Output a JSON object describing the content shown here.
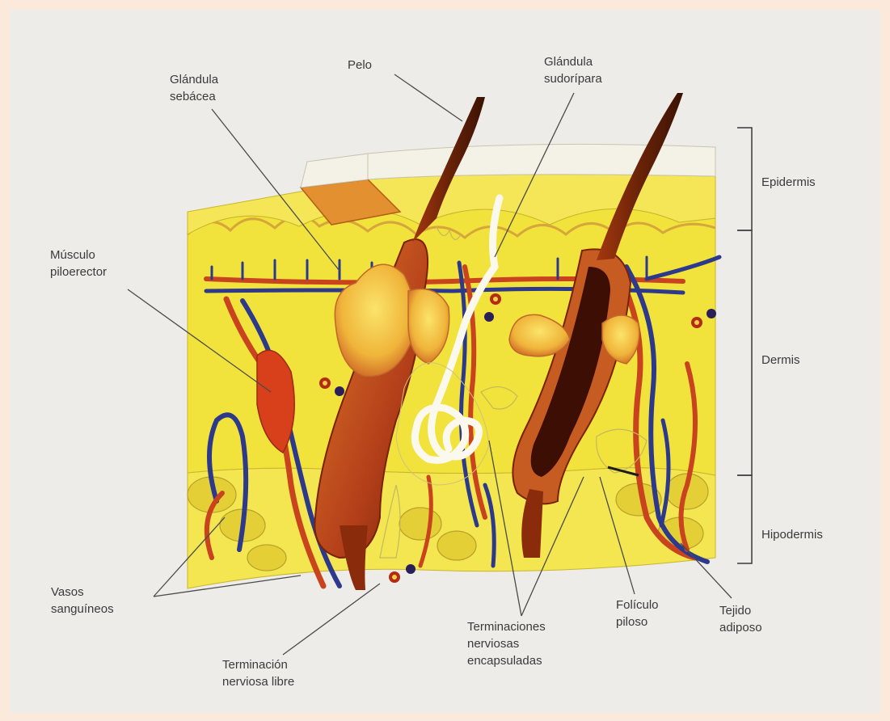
{
  "colors": {
    "page_background": "#fbe9dc",
    "panel_background": "#eeece9",
    "tissue_yellow": "#f1e23c",
    "tissue_orange": "#e8a23a",
    "artery_red": "#c8431e",
    "vein_blue": "#2d3a8c",
    "hair_brown": "#6a2308",
    "label_text": "#3a3a3a",
    "leader_line": "#4a4a4a"
  },
  "labels": {
    "pelo": [
      "Pelo"
    ],
    "glandula_sebacea": [
      "Glándula",
      "sebácea"
    ],
    "glandula_sudoripara": [
      "Glándula",
      "sudorípara"
    ],
    "musculo_piloerector": [
      "Músculo",
      "piloerector"
    ],
    "vasos_sanguineos": [
      "Vasos",
      "sanguíneos"
    ],
    "terminacion_nerviosa_libre": [
      "Terminación",
      "nerviosa libre"
    ],
    "terminaciones_nerviosas_encapsuladas": [
      "Terminaciones",
      "nerviosas",
      "encapsuladas"
    ],
    "foliculo_piloso": [
      "Folículo",
      "piloso"
    ],
    "tejido_adiposo": [
      "Tejido",
      "adiposo"
    ]
  },
  "layers": {
    "epidermis": "Epidermis",
    "dermis": "Dermis",
    "hipodermis": "Hipodermis"
  }
}
